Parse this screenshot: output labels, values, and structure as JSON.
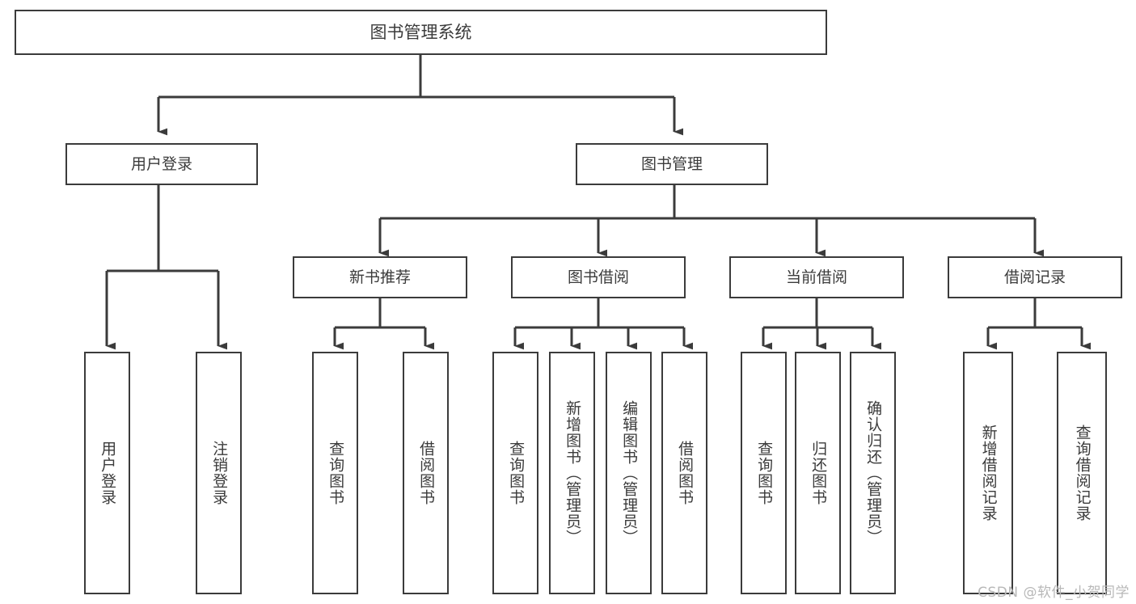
{
  "diagram": {
    "title": "图书管理系统",
    "type": "tree-hierarchy-diagram",
    "colors": {
      "stroke": "#3b3b3b",
      "fill": "#ffffff",
      "text": "#3b3b3b",
      "watermark": "#b8b8b8"
    },
    "root": {
      "label": "图书管理系统"
    },
    "level1": [
      {
        "label": "用户登录"
      },
      {
        "label": "图书管理"
      }
    ],
    "level2": [
      {
        "label": "新书推荐"
      },
      {
        "label": "图书借阅"
      },
      {
        "label": "当前借阅"
      },
      {
        "label": "借阅记录"
      }
    ],
    "leaves": {
      "user_login": [
        {
          "label": "用户登录"
        },
        {
          "label": "注销登录"
        }
      ],
      "new_book_recommend": [
        {
          "label": "查询图书"
        },
        {
          "label": "借阅图书"
        }
      ],
      "book_borrow": [
        {
          "label": "查询图书"
        },
        {
          "label": "新增图书（管理员）"
        },
        {
          "label": "编辑图书（管理员）"
        },
        {
          "label": "借阅图书"
        }
      ],
      "current_borrow": [
        {
          "label": "查询图书"
        },
        {
          "label": "归还图书"
        },
        {
          "label": "确认归还（管理员）"
        }
      ],
      "borrow_record": [
        {
          "label": "新增借阅记录"
        },
        {
          "label": "查询借阅记录"
        }
      ]
    },
    "watermark": "CSDN @软件_小贺同学"
  }
}
